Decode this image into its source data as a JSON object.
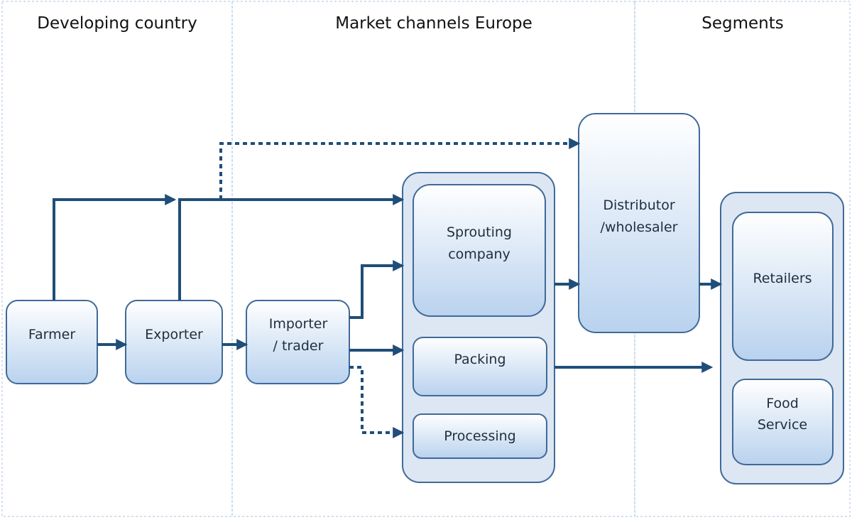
{
  "columns": {
    "developing": "Developing country",
    "market": "Market channels Europe",
    "segments": "Segments"
  },
  "nodes": {
    "farmer": "Farmer",
    "exporter": "Exporter",
    "importer_line1": "Importer",
    "importer_line2": "/ trader",
    "sprouting_line1": "Sprouting",
    "sprouting_line2": "company",
    "packing": "Packing",
    "processing": "Processing",
    "distributor_line1": "Distributor",
    "distributor_line2": "/wholesaler",
    "retailers": "Retailers",
    "food_line1": "Food",
    "food_line2": "Service"
  },
  "colors": {
    "arrow": "#1f4e79",
    "box_border": "#3f6a99",
    "box_fill_top": "#ffffff",
    "box_fill_bottom": "#b9d2ee",
    "container_fill": "#dde6f3"
  }
}
